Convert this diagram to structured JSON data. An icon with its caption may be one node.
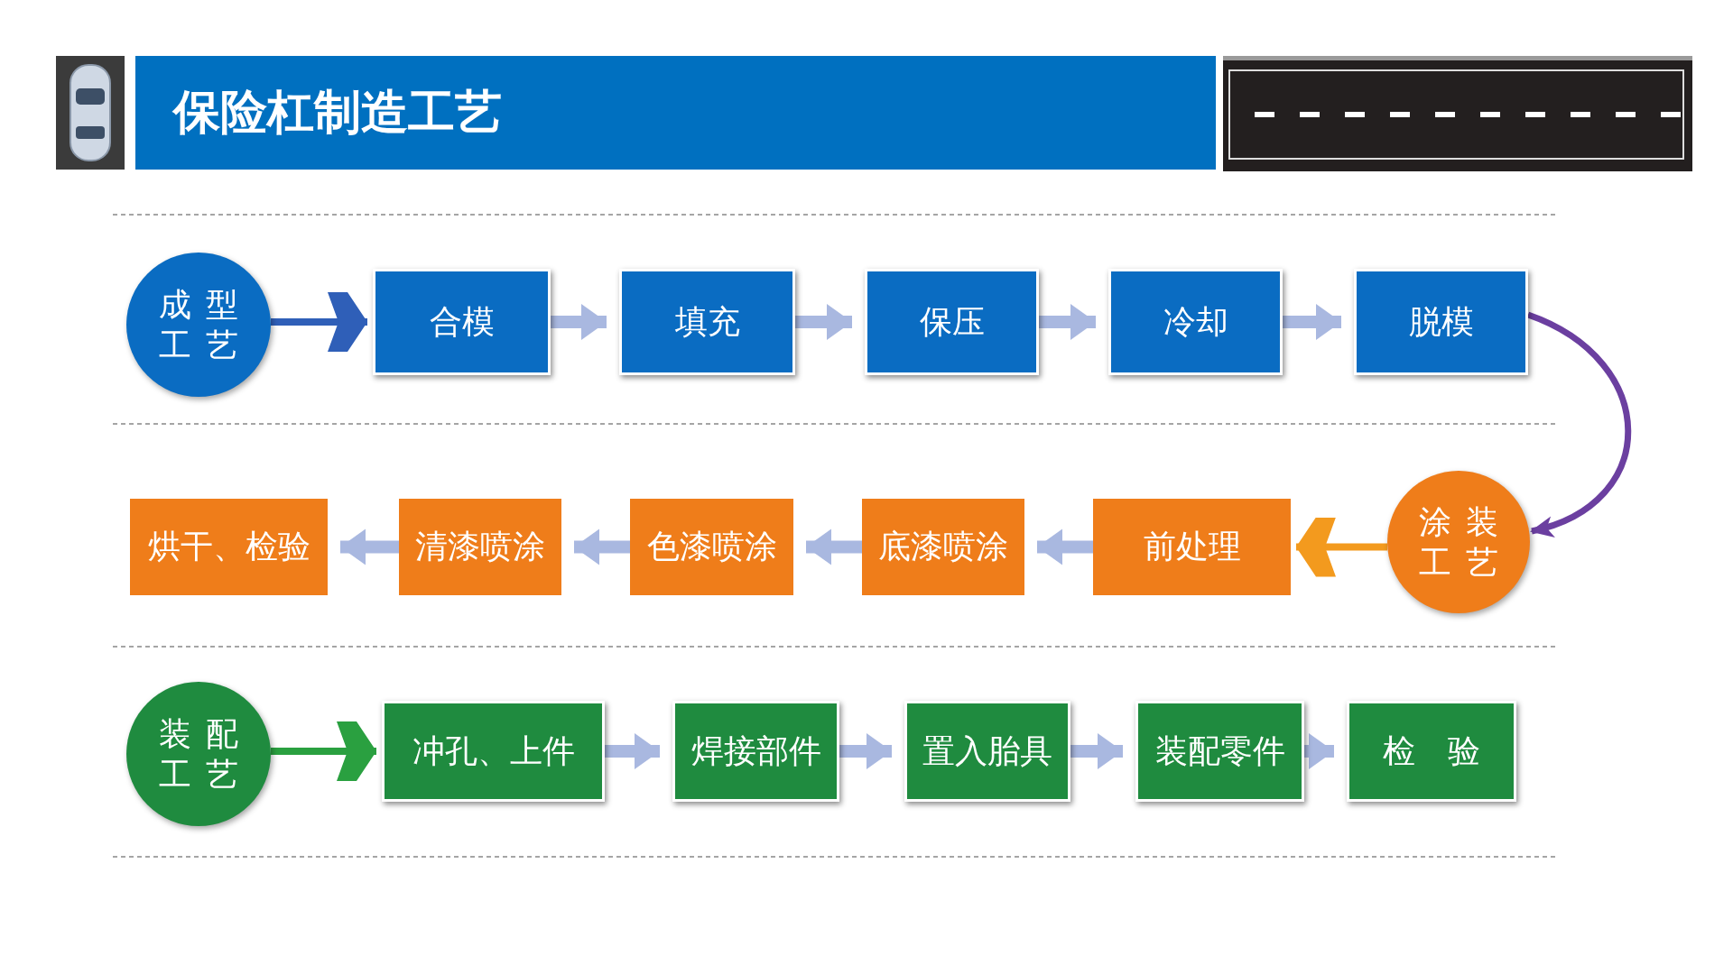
{
  "diagram": {
    "title": "保险杠制造工艺",
    "nodes": [
      {
        "text": [
          "成型工艺"
        ]
      },
      {
        "text": [
          "合模"
        ]
      },
      {
        "text": [
          "填充"
        ]
      },
      {
        "text": [
          "保压"
        ]
      },
      {
        "text": [
          "冷却"
        ]
      },
      {
        "text": [
          "脱模"
        ]
      },
      {
        "text": [
          "涂装工艺"
        ]
      },
      {
        "text": [
          "前处理"
        ]
      },
      {
        "text": [
          "底漆喷涂"
        ]
      },
      {
        "text": [
          "色漆喷涂"
        ]
      },
      {
        "text": [
          "清漆喷涂"
        ]
      },
      {
        "text": [
          "烘干、检验"
        ]
      },
      {
        "text": [
          "装配工艺"
        ]
      },
      {
        "text": [
          "冲孔、上件"
        ]
      },
      {
        "text": [
          "焊接部件"
        ]
      },
      {
        "text": [
          "置入胎具"
        ]
      },
      {
        "text": [
          "装配零件"
        ]
      },
      {
        "text": [
          "检　验"
        ]
      }
    ],
    "edges": [
      {
        "from": 0,
        "to": 1,
        "arrow": "to",
        "color": "#2f5fb8"
      },
      {
        "from": 1,
        "to": 2,
        "arrow": "to"
      },
      {
        "from": 2,
        "to": 3,
        "arrow": "to"
      },
      {
        "from": 3,
        "to": 4,
        "arrow": "to"
      },
      {
        "from": 4,
        "to": 5,
        "arrow": "to"
      },
      {
        "from": 5,
        "to": 6,
        "arrow": "to",
        "color": "#6b3fa0"
      },
      {
        "from": 6,
        "to": 7,
        "arrow": "to",
        "color": "#f39a1e"
      },
      {
        "from": 7,
        "to": 8,
        "arrow": "to"
      },
      {
        "from": 8,
        "to": 9,
        "arrow": "to"
      },
      {
        "from": 9,
        "to": 10,
        "arrow": "to"
      },
      {
        "from": 10,
        "to": 11,
        "arrow": "to"
      },
      {
        "from": 12,
        "to": 13,
        "arrow": "to",
        "color": "#2aa040"
      },
      {
        "from": 13,
        "to": 14,
        "arrow": "to"
      },
      {
        "from": 14,
        "to": 15,
        "arrow": "to"
      },
      {
        "from": 15,
        "to": 16,
        "arrow": "to"
      },
      {
        "from": 16,
        "to": 17,
        "arrow": "to"
      }
    ]
  }
}
